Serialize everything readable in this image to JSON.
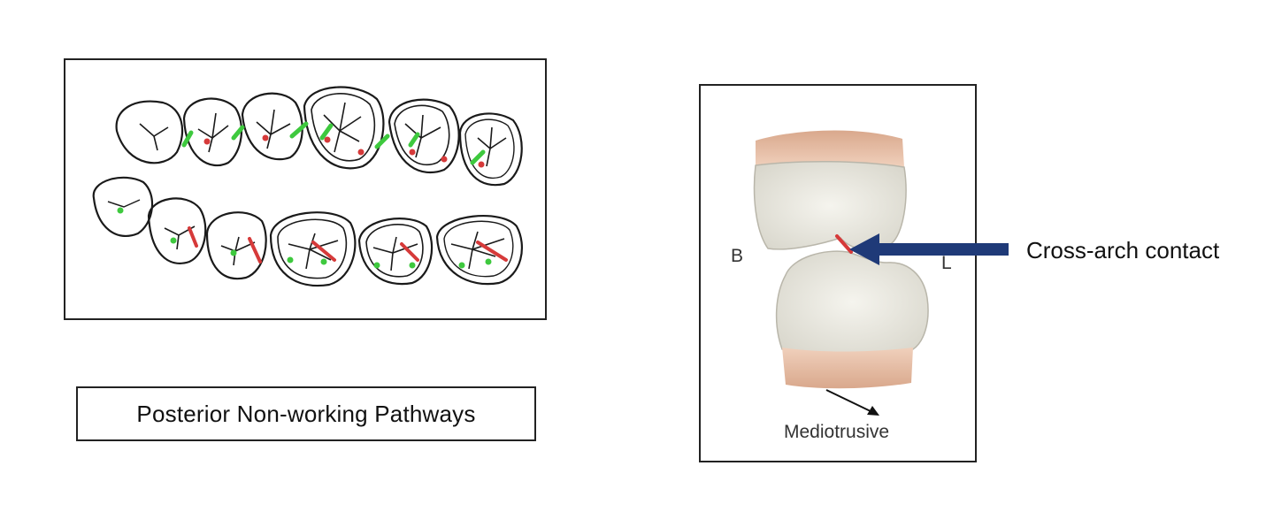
{
  "left_panel": {
    "caption": "Posterior Non-working Pathways",
    "upper_teeth_count": 6,
    "lower_teeth_count": 6
  },
  "right_panel": {
    "buccal_label": "B",
    "lingual_label": "L",
    "movement_label": "Mediotrusive",
    "callout_label": "Cross-arch contact"
  },
  "colors": {
    "pathway_green": "#3ec93e",
    "contact_red": "#d63a3a",
    "arrow_navy": "#1f3a78",
    "tooth_fill": "#ecebe4",
    "gingiva": "#e6b89c"
  }
}
